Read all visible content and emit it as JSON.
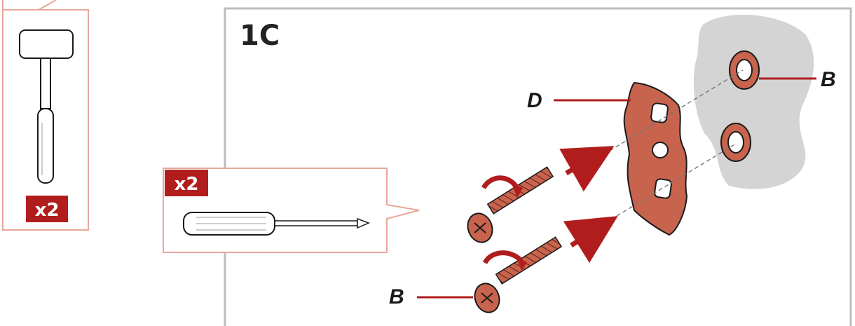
{
  "step_label": "1C",
  "hammer_panel": {
    "quantity": "x2"
  },
  "screwdriver_panel": {
    "quantity": "x2"
  },
  "callouts": {
    "bracket": "D",
    "wall_washer": "B",
    "screw": "B"
  },
  "colors": {
    "accent_red": "#b11d1d",
    "frame_pink": "#e8a79a",
    "part_copper": "#c8644e",
    "wall_gray": "#d4d4d4",
    "panel_border": "#bdbdbd"
  }
}
